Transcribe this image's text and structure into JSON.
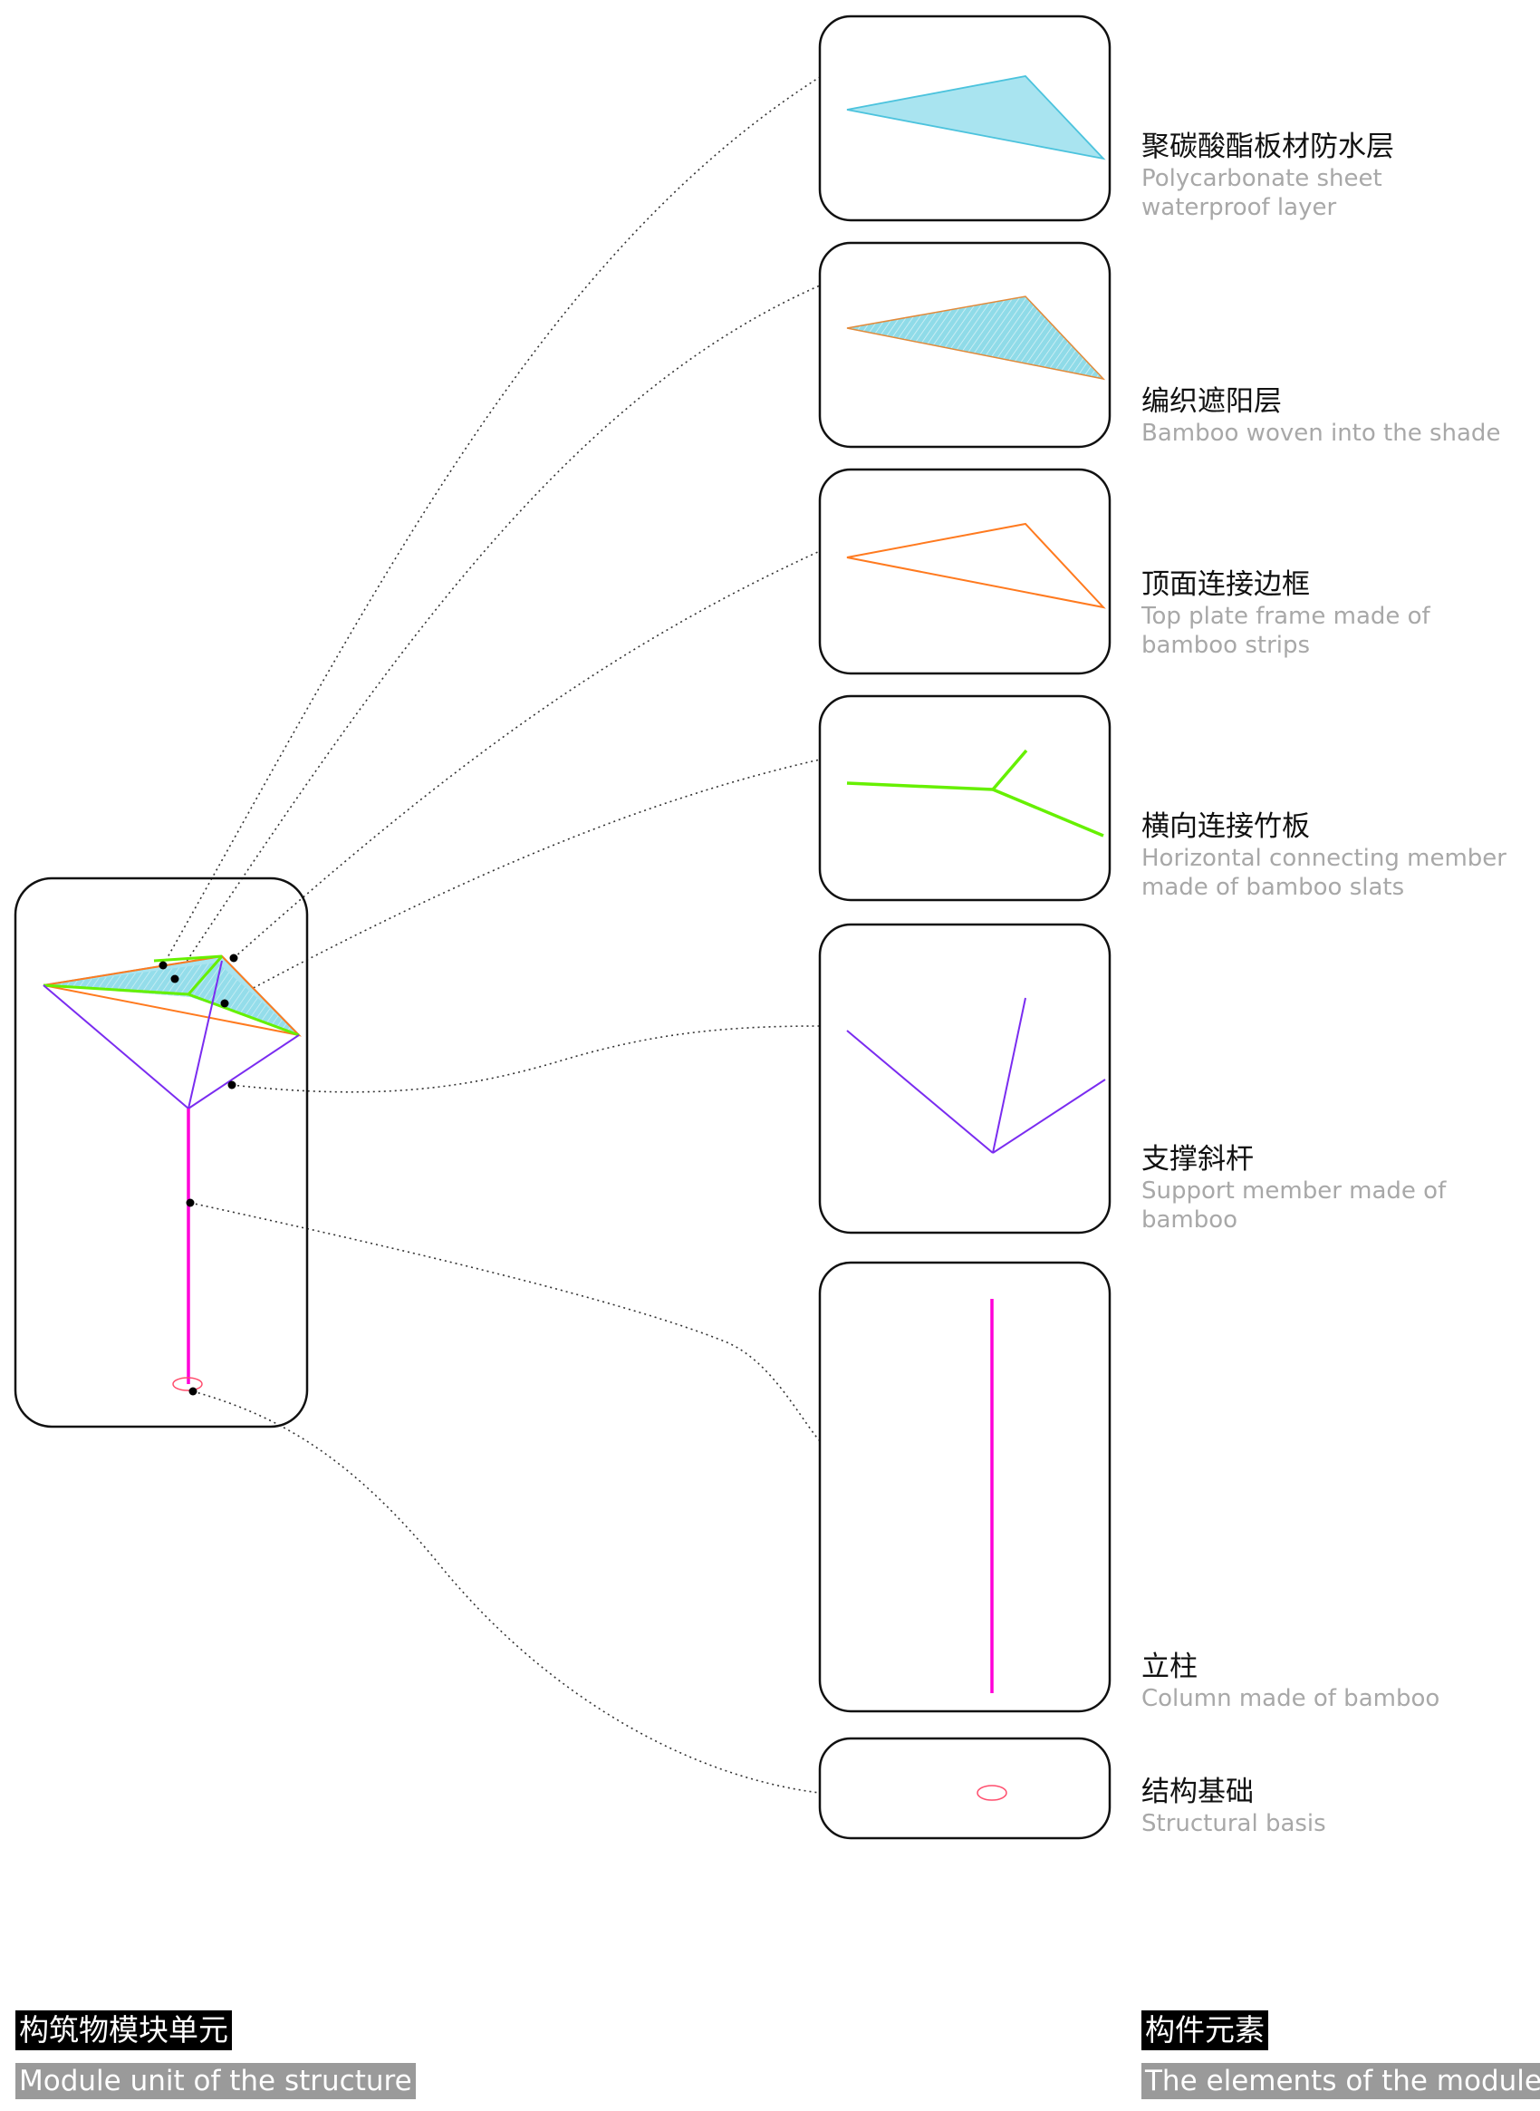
{
  "colors": {
    "panel_stroke": "#111111",
    "leader_line": "#333333",
    "polycarbonate_fill": "#a9e4f0",
    "polycarbonate_stroke": "#4cc3dd",
    "woven_fill": "#8fdbe8",
    "frame": "#ff7a1f",
    "slats": "#66f000",
    "braces": "#7a2cf0",
    "column": "#ff00d8",
    "base": "#ff4d6d"
  },
  "components": [
    {
      "key": "polycarbonate",
      "cn": "聚碳酸酯板材防水层",
      "en": [
        "Polycarbonate sheet",
        "waterproof layer"
      ]
    },
    {
      "key": "woven",
      "cn": "编织遮阳层",
      "en": [
        "Bamboo woven into the shade"
      ]
    },
    {
      "key": "frame",
      "cn": "顶面连接边框",
      "en": [
        "Top plate frame made of",
        "bamboo strips"
      ]
    },
    {
      "key": "slats",
      "cn": "横向连接竹板",
      "en": [
        "Horizontal connecting member",
        "made of bamboo slats"
      ]
    },
    {
      "key": "braces",
      "cn": "支撑斜杆",
      "en": [
        "Support member made of",
        "bamboo"
      ]
    },
    {
      "key": "column",
      "cn": "立柱",
      "en": [
        "Column made of bamboo"
      ]
    },
    {
      "key": "base",
      "cn": "结构基础",
      "en": [
        "Structural basis"
      ]
    }
  ],
  "captions": {
    "left": {
      "cn": "构筑物模块单元",
      "en": "Module unit of the structure"
    },
    "right": {
      "cn": "构件元素",
      "en": "The elements of the module"
    }
  }
}
